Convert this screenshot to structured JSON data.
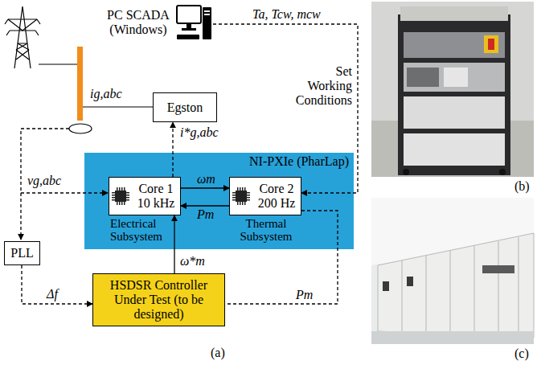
{
  "diagram": {
    "nodes": [
      {
        "text": [
          "PC SCADA (Windows)"
        ]
      },
      {
        "text": [
          "Egston"
        ]
      },
      {
        "text": [
          "NI-PXIe (PharLap)"
        ]
      },
      {
        "text": [
          "Core 1 10 kHz",
          "Electrical Subsystem"
        ],
        "in": 2
      },
      {
        "text": [
          "Core 2 200 Hz",
          "Thermal Subsystem"
        ],
        "in": 2
      },
      {
        "text": [
          "PLL"
        ]
      },
      {
        "text": [
          "HSDSR Controller Under Test (to be designed)"
        ]
      }
    ],
    "edges": [
      {
        "from": 3,
        "to": 1,
        "arrow": "to",
        "label": "i*g,abc"
      },
      {
        "from": 3,
        "to": 4,
        "arrow": "to",
        "label": "ωm"
      },
      {
        "from": 4,
        "to": 3,
        "arrow": "to",
        "label": "Pm"
      },
      {
        "from": 0,
        "to": 4,
        "arrow": "to",
        "label": "Ta, Tcw, mcw"
      },
      {
        "from": 4,
        "to": 6,
        "arrow": "to",
        "label": "Pm"
      },
      {
        "from": 5,
        "to": 6,
        "arrow": "to",
        "label": "Δf"
      },
      {
        "from": 6,
        "to": 3,
        "arrow": "to",
        "label": "ω*m"
      }
    ],
    "labels": [
      "ig,abc",
      "vg,abc",
      "Set Working Conditions",
      "(a)",
      "(b)",
      "(c)"
    ]
  }
}
